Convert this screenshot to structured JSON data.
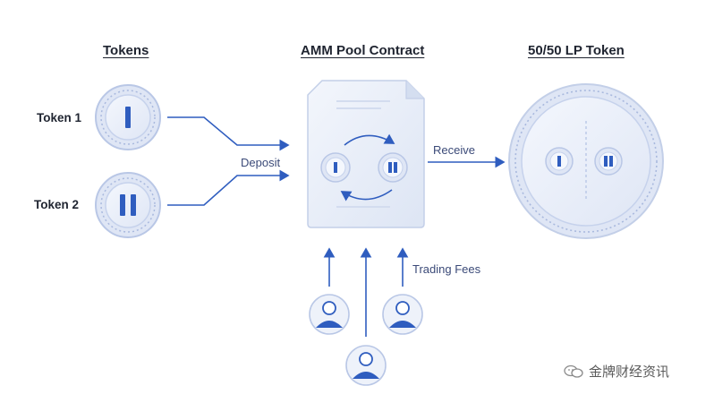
{
  "headers": {
    "tokens": "Tokens",
    "pool": "AMM Pool Contract",
    "lp": "50/50 LP Token"
  },
  "labels": {
    "token1": "Token 1",
    "token2": "Token 2",
    "deposit": "Deposit",
    "receive": "Receive",
    "trading_fees": "Trading Fees"
  },
  "coins": {
    "token1_symbol": "I",
    "token2_symbol": "II"
  },
  "watermark": "金牌财经资讯",
  "colors": {
    "accent": "#2f5dbf",
    "coin_fill": "#e9eef8",
    "coin_ring": "#b9c7e6",
    "doc_fill": "#eaf0fa",
    "text": "#1f2430"
  }
}
